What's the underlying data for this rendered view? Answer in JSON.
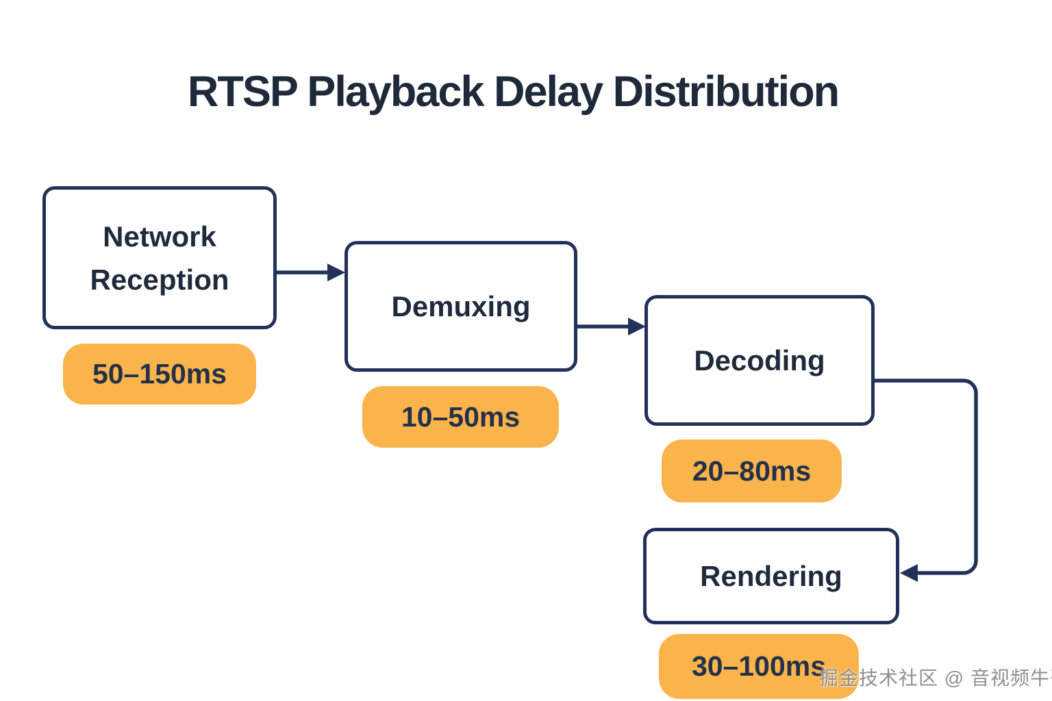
{
  "title": "RTSP Playback Delay Distribution",
  "flow": {
    "nodes": [
      {
        "label": "Network Reception",
        "delay": "50–150ms"
      },
      {
        "label": "Demuxing",
        "delay": "10–50ms"
      },
      {
        "label": "Decoding",
        "delay": "20–80ms"
      },
      {
        "label": "Rendering",
        "delay": "30–100ms"
      }
    ]
  },
  "colors": {
    "line_navy": "#22315A",
    "text_navy": "#1F2A3C",
    "delay_pill_bg": "#FBB44C",
    "delay_pill_text": "#243149",
    "background": "#FFFFFF"
  },
  "watermark": "掘金技术社区 @ 音视频牛哥"
}
